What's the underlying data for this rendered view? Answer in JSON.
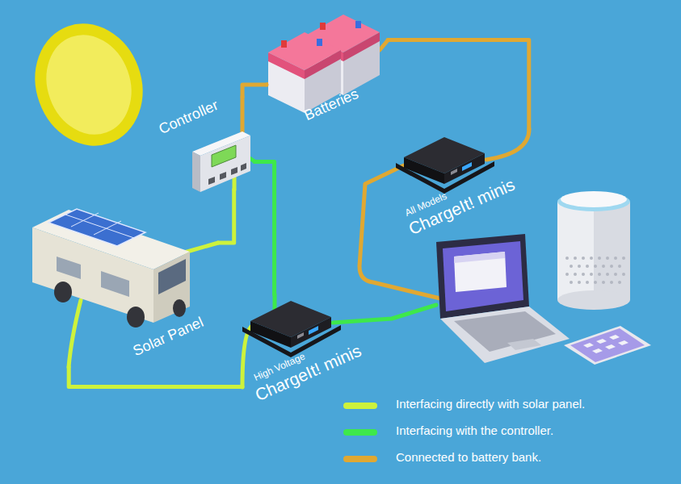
{
  "diagram": {
    "nodes": [
      {
        "text": [
          "Batteries"
        ]
      },
      {
        "text": [
          "Controller"
        ]
      },
      {
        "text": [
          "All Models",
          "ChargeIt! minis"
        ]
      },
      {
        "text": [
          "Solar Panel"
        ]
      },
      {
        "text": [
          "High Voltage",
          "ChargeIt! minis"
        ]
      }
    ],
    "edges": [
      {
        "from": 3,
        "to": 1,
        "arrow": "none"
      },
      {
        "from": 1,
        "to": 0,
        "arrow": "none"
      },
      {
        "from": 0,
        "to": 2,
        "arrow": "none"
      },
      {
        "from": 3,
        "to": 4,
        "arrow": "none"
      },
      {
        "from": 1,
        "to": 4,
        "arrow": "none"
      }
    ],
    "legend": [
      {
        "text": "Interfacing directly with solar panel.",
        "color": "#cdf23c"
      },
      {
        "text": "Interfacing with the controller.",
        "color": "#3ee84b"
      },
      {
        "text": "Connected to battery bank.",
        "color": "#e0a832"
      }
    ]
  }
}
